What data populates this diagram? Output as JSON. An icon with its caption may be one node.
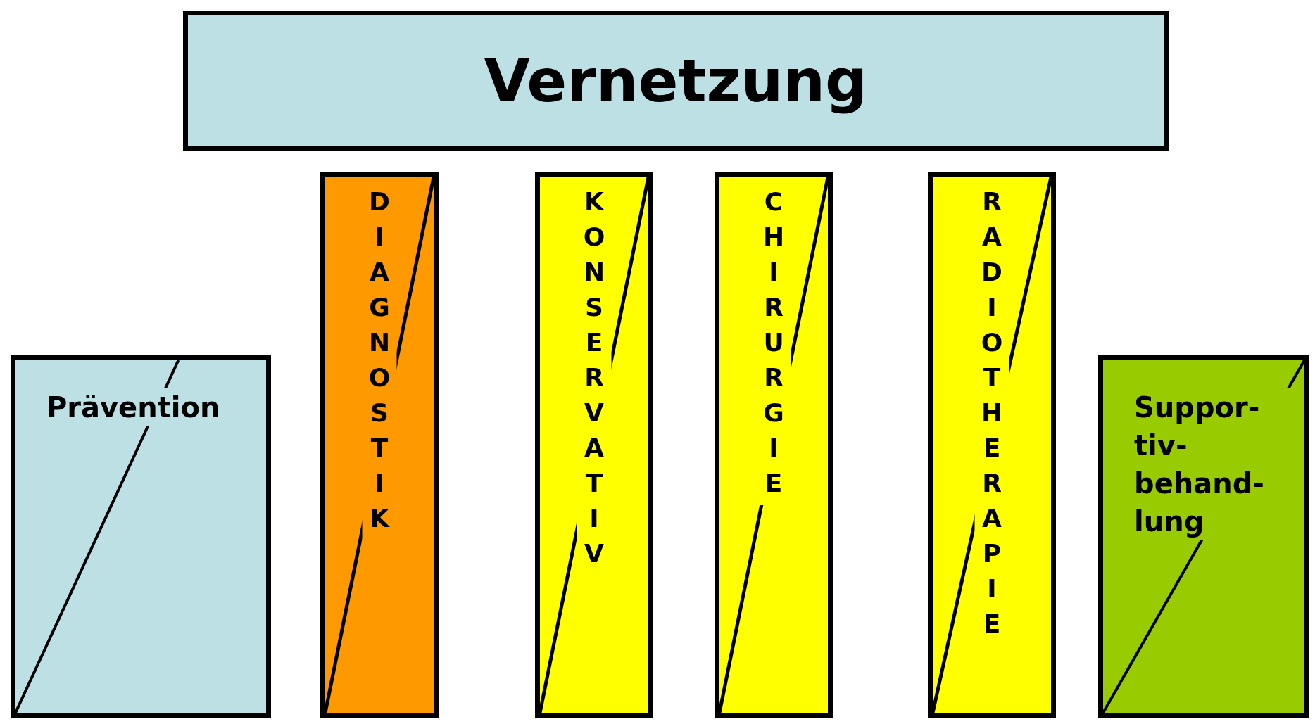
{
  "diagram": {
    "nodes": [
      {
        "text": [
          "Vernetzung"
        ]
      },
      {
        "text": [
          "Prävention"
        ]
      },
      {
        "text": [
          "DIAGNOSTIK"
        ]
      },
      {
        "text": [
          "KONSERVATIV"
        ]
      },
      {
        "text": [
          "CHIRURGIE"
        ]
      },
      {
        "text": [
          "RADIOTHERAPIE"
        ]
      },
      {
        "text": [
          "Suppor- tiv- behand- lung"
        ]
      }
    ],
    "edges": []
  }
}
